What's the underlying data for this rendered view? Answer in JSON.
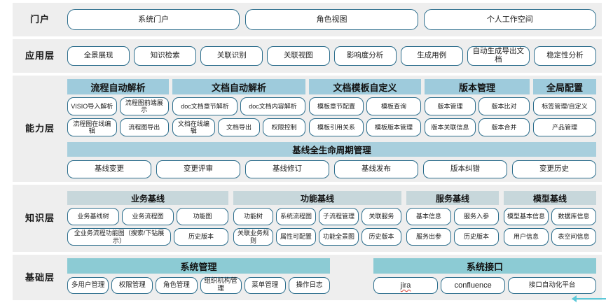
{
  "layers": [
    {
      "id": "portal",
      "label": "门户",
      "items": [
        "系统门户",
        "角色视图",
        "个人工作空间"
      ]
    },
    {
      "id": "application",
      "label": "应用层",
      "items": [
        "全景展现",
        "知识检索",
        "关联识别",
        "关联视图",
        "影响度分析",
        "生成用例",
        "自动生成导出文档",
        "稳定性分析"
      ]
    },
    {
      "id": "capability",
      "label": "能力层",
      "groups": [
        {
          "title": "流程自动解析",
          "rows": [
            [
              "VISIO导入解析",
              "流程图前端展示"
            ],
            [
              "流程图在线编辑",
              "流程图导出"
            ]
          ]
        },
        {
          "title": "文档自动解析",
          "rows": [
            [
              "doc文档章节解析",
              "doc文档内容解析"
            ],
            [
              "文档在线编辑",
              "文档导出",
              "权限控制"
            ]
          ]
        },
        {
          "title": "文档模板自定义",
          "rows": [
            [
              "模板章节配置",
              "模板查询"
            ],
            [
              "模板引用关系",
              "模板版本管理"
            ]
          ]
        },
        {
          "title": "版本管理",
          "rows": [
            [
              "版本管理",
              "版本比对"
            ],
            [
              "版本关联信息",
              "版本合并"
            ]
          ]
        },
        {
          "title": "全局配置",
          "rows": [
            [
              "标签管理/自定义"
            ],
            [
              "产品管理"
            ]
          ]
        }
      ],
      "lifecycle": {
        "title": "基线全生命周期管理",
        "items": [
          "基线变更",
          "变更评审",
          "基线修订",
          "基线发布",
          "版本纠错",
          "变更历史"
        ]
      }
    },
    {
      "id": "knowledge",
      "label": "知识层",
      "groups": [
        {
          "title": "业务基线",
          "rows": [
            [
              "业务基线树",
              "业务流程图",
              "功能图"
            ],
            [
              "全业务流程功能图（搜索/下钻展示）",
              "历史版本"
            ]
          ]
        },
        {
          "title": "功能基线",
          "rows": [
            [
              "功能树",
              "系统流程图",
              "子流程管理",
              "关联服务"
            ],
            [
              "关联业务规则",
              "属性可配置",
              "功能全景图",
              "历史版本"
            ]
          ]
        },
        {
          "title": "服务基线",
          "rows": [
            [
              "基本信息",
              "服务入参"
            ],
            [
              "服务出参",
              "历史版本"
            ]
          ]
        },
        {
          "title": "模型基线",
          "rows": [
            [
              "模型基本信息",
              "数据库信息"
            ],
            [
              "用户信息",
              "表空间信息"
            ]
          ]
        }
      ]
    },
    {
      "id": "base",
      "label": "基础层",
      "groups": [
        {
          "title": "系统管理",
          "rows": [
            [
              "多用户管理",
              "权限管理",
              "角色管理",
              "组织机构管理",
              "菜单管理",
              "操作日志"
            ]
          ]
        },
        {
          "title": "系统接口",
          "rows": [
            [
              "jira",
              "confluence",
              "接口自动化平台"
            ]
          ]
        }
      ]
    }
  ],
  "colors": {
    "band_background": "#eeeeee",
    "pill_border": "#2b6d8c",
    "capability_header": "#9ecbdc",
    "knowledge_header": "#c7d7db",
    "base_header": "#8ccbd4",
    "lifecycle_header": "#a8cfdd",
    "accent_arrow": "#5bc8d8"
  }
}
